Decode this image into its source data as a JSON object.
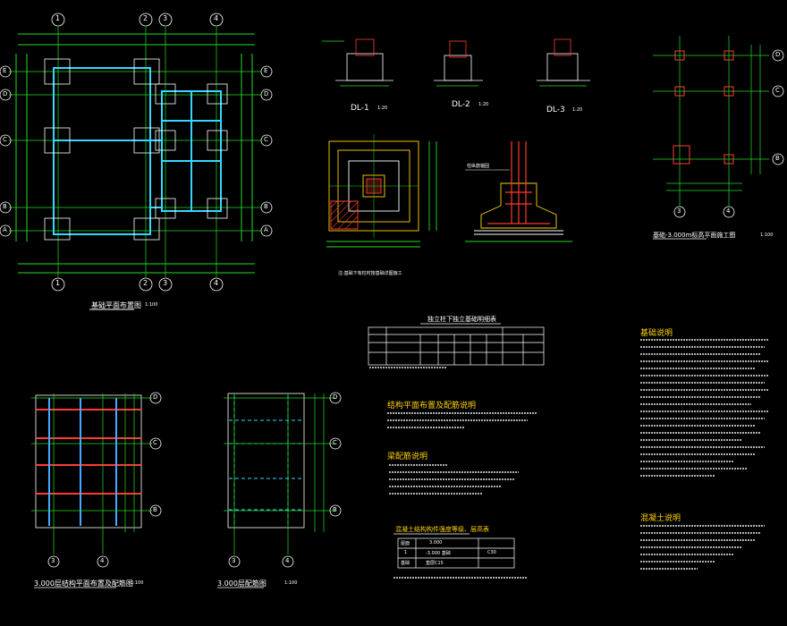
{
  "sheet": {
    "title_foundation_plan": "基础平面布置图",
    "scale_foundation_plan": "1:100",
    "title_top_right": "基础-3.000m标高平面施工图",
    "scale_top_right": "1:100",
    "title_bottom_left": "3.000层结构平面布置及配筋图",
    "scale_bottom_left": "1:100",
    "title_bottom_mid": "3.000层配筋图",
    "scale_bottom_mid": "1:100",
    "title_table_top": "独立柱下独立基础明细表",
    "title_structure_notes": "结构平面布置及配筋说明",
    "title_beam_notes": "梁配筋说明",
    "title_foundation_notes": "基础说明",
    "title_concrete_notes": "混凝土说明",
    "title_table_bottom": "混凝土结构构件强度等级、层高表",
    "dl1": "DL-1",
    "dl1_scale": "1:20",
    "dl2": "DL-2",
    "dl2_scale": "1:20",
    "dl3": "DL-3",
    "dl3_scale": "1:20",
    "section_caption": "注:基础下有柱时按基础详图施工",
    "footing_callout": "柱纵筋锚固",
    "axis_numbers": [
      "1",
      "2",
      "3",
      "4"
    ],
    "axis_letters": [
      "E",
      "D",
      "C",
      "B",
      "A"
    ],
    "axis_letters_right": [
      "D",
      "C",
      "B"
    ],
    "lower_axis_numbers": [
      "3",
      "4"
    ],
    "table_bottom_rows": [
      [
        "屋面",
        "3.000",
        ""
      ],
      [
        "1",
        "-3.000 基础",
        "C30"
      ],
      [
        "基础",
        "垫层C15",
        ""
      ]
    ]
  }
}
